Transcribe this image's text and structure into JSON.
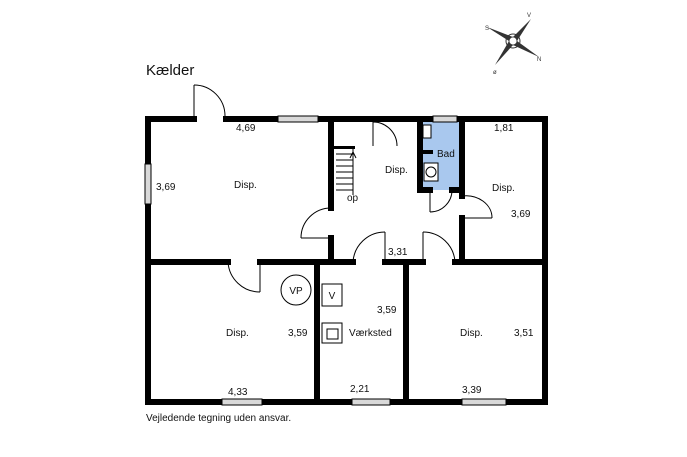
{
  "floor": {
    "title": "Kælder"
  },
  "disclaimer": "Vejledende tegning uden ansvar.",
  "compass": {
    "n": "N",
    "s": "S",
    "v": "V",
    "o": "ø"
  },
  "rooms": {
    "disp_top_left": {
      "label": "Disp.",
      "width": "4,69",
      "depth": "3,69"
    },
    "hall": {
      "label": "Disp.",
      "stairs": "op",
      "depth": "3,31"
    },
    "bath": {
      "label": "Bad"
    },
    "disp_top_right": {
      "label": "Disp.",
      "width": "1,81",
      "depth": "3,69"
    },
    "disp_bottom_left": {
      "label": "Disp.",
      "width": "4,33",
      "depth": "3,59",
      "boiler": "VP"
    },
    "workshop": {
      "label": "Værksted",
      "width": "2,21",
      "depth": "3,59",
      "marker": "V"
    },
    "disp_bottom_right": {
      "label": "Disp.",
      "width": "3,39",
      "depth": "3,51"
    }
  },
  "colors": {
    "wall": "#000000",
    "bath_fill": "#a9c8ee",
    "window_fill": "#d9d9d9"
  }
}
